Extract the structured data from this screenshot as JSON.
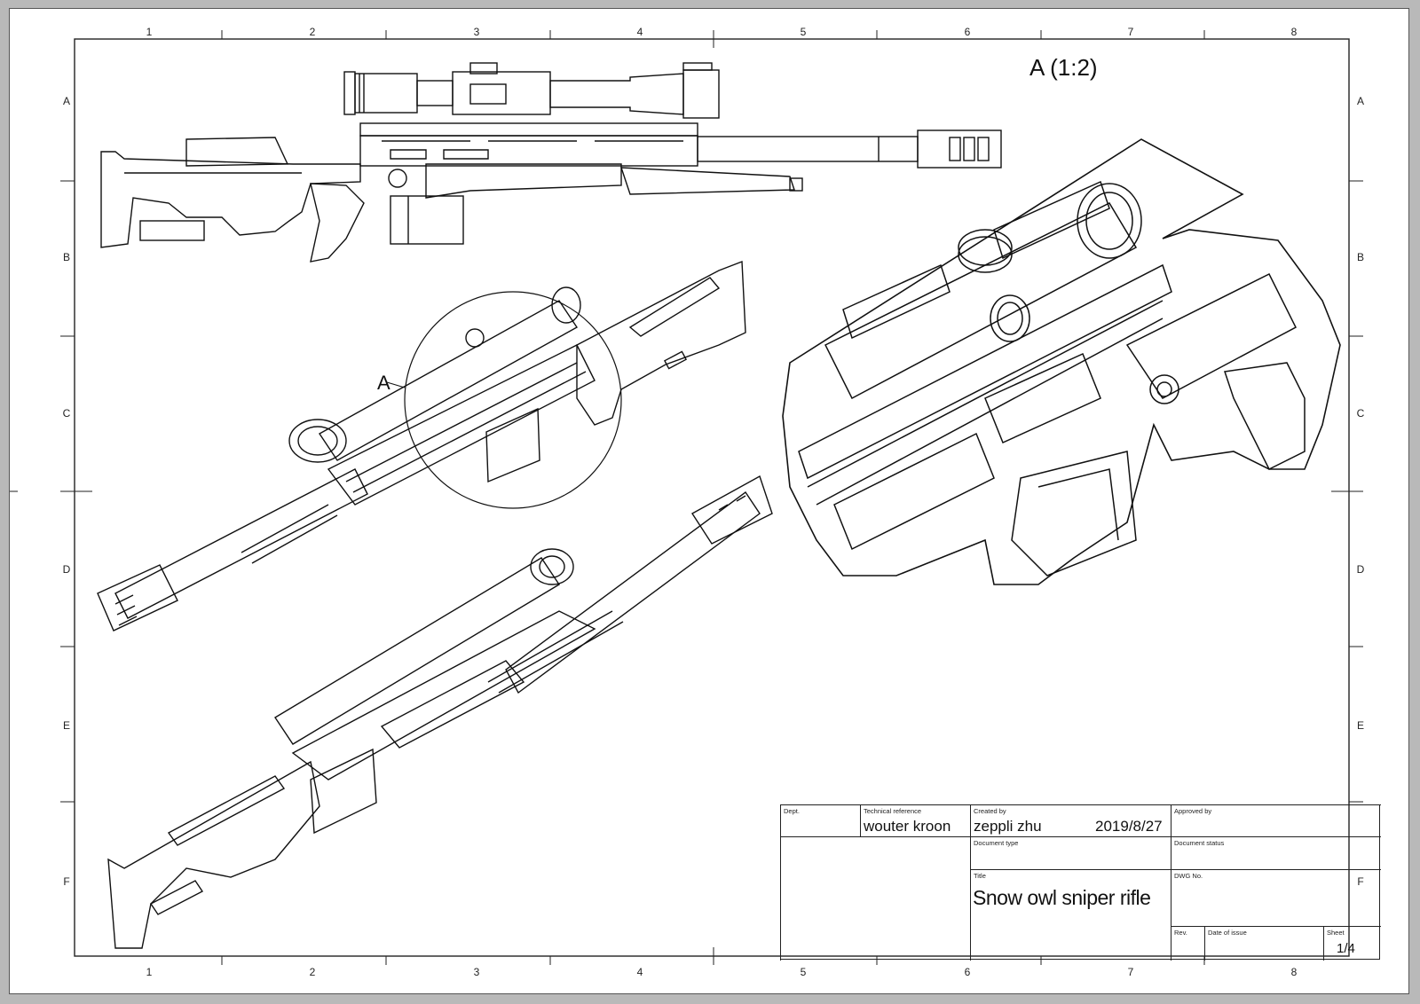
{
  "zones": {
    "columns": [
      "1",
      "2",
      "3",
      "4",
      "5",
      "6",
      "7",
      "8"
    ],
    "rows": [
      "A",
      "B",
      "C",
      "D",
      "E",
      "F"
    ]
  },
  "views": {
    "detail_label": "A (1:2)",
    "section_marker": "A"
  },
  "title_block": {
    "dept_caption": "Dept.",
    "technical_reference_caption": "Technical reference",
    "technical_reference": "wouter kroon",
    "created_by_caption": "Created by",
    "created_by": "zeppli zhu",
    "created_date": "2019/8/27",
    "approved_by_caption": "Approved by",
    "document_type_caption": "Document type",
    "document_status_caption": "Document status",
    "title_caption": "Title",
    "title": "Snow owl sniper rifle",
    "dwg_no_caption": "DWG No.",
    "rev_caption": "Rev.",
    "date_of_issue_caption": "Date of issue",
    "sheet_caption": "Sheet",
    "sheet": "1/4"
  }
}
